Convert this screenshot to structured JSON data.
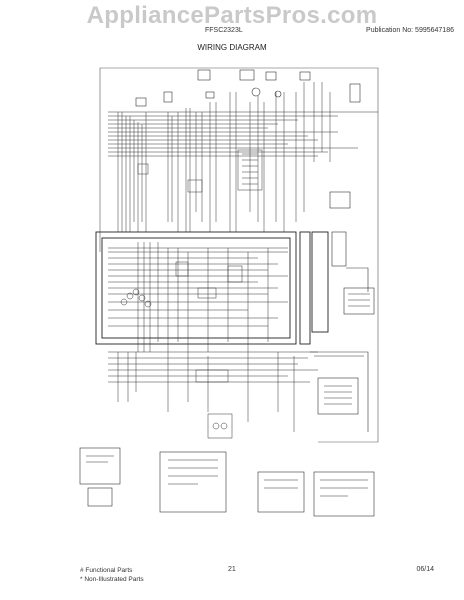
{
  "watermark": "AppliancePartsPros.com",
  "header": {
    "model": "FFSC2323L",
    "publication": "Publication No:  5995647186",
    "title": "WIRING DIAGRAM"
  },
  "footer": {
    "functional_parts": "# Functional Parts",
    "non_illustrated": "* Non-Illustrated Parts",
    "page": "21",
    "date": "06/14"
  }
}
